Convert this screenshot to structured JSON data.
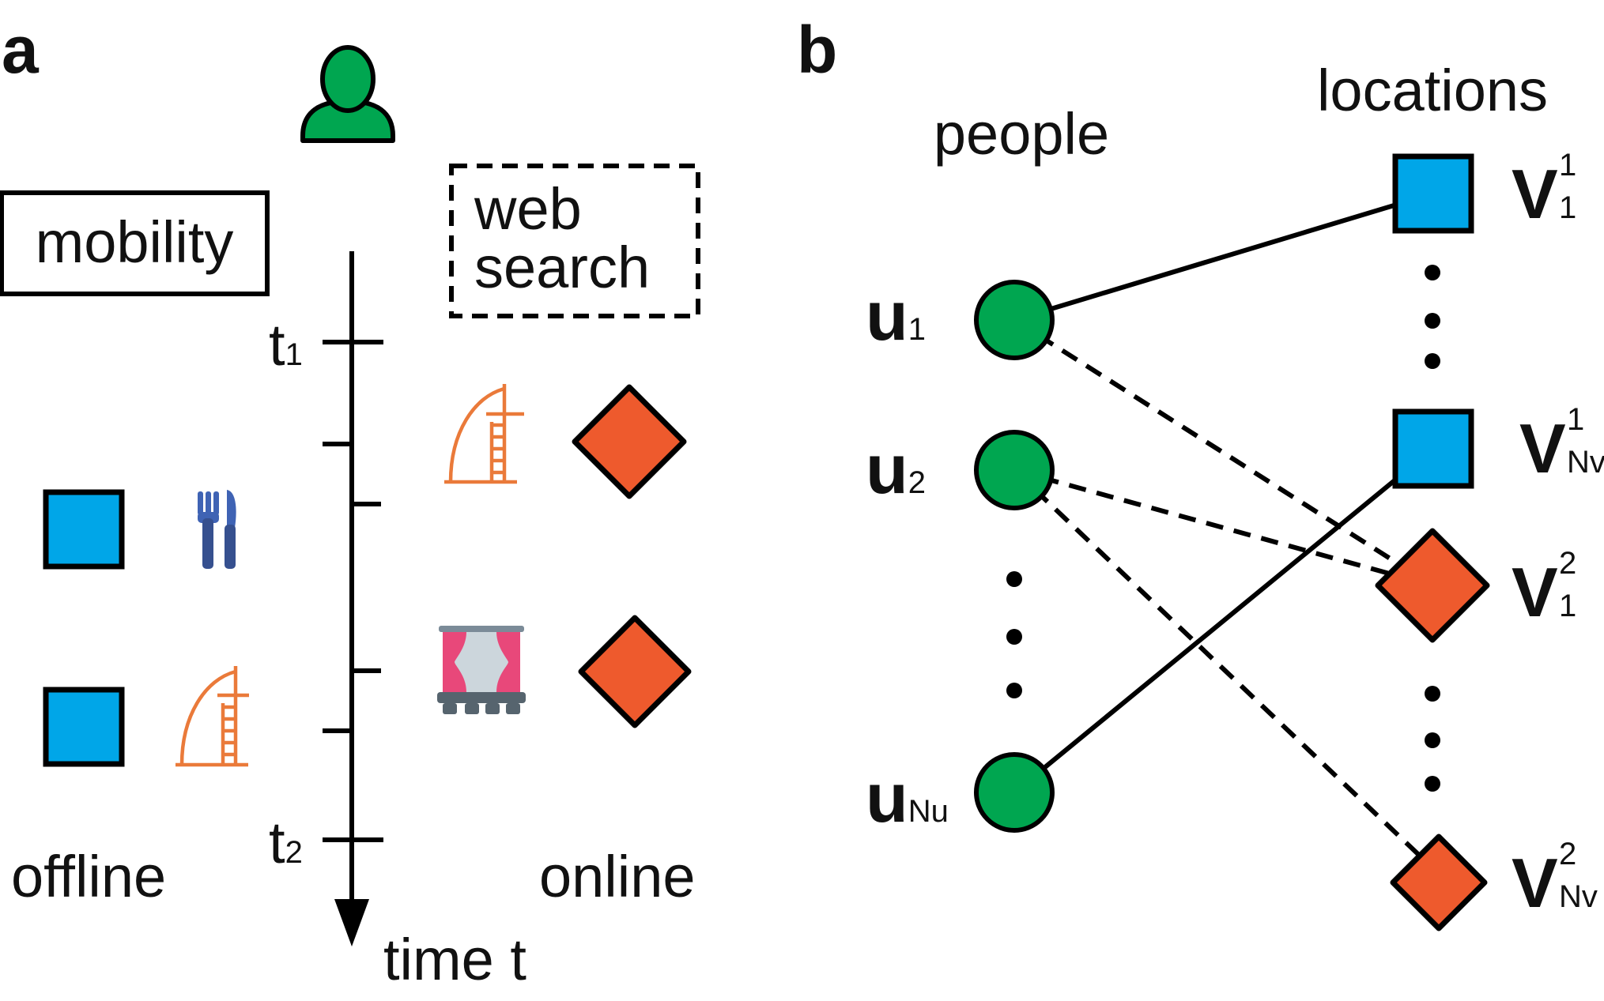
{
  "panel_a": {
    "letter": "a",
    "mobility_label": "mobility",
    "web_search_line1": "web",
    "web_search_line2": "search",
    "offline_label": "offline",
    "online_label": "online",
    "time_label": "time t",
    "t1_main": "t",
    "t1_sub": "1",
    "t2_main": "t",
    "t2_sub": "2",
    "icons": [
      "person-icon",
      "restaurant-icon",
      "burj-al-arab-icon",
      "theater-icon"
    ],
    "colors": {
      "square": "#00a6e8",
      "diamond": "#ee5a2d",
      "person": "#00a650",
      "landmark": "#ea7a3a",
      "curtain": "#e8487a"
    }
  },
  "panel_b": {
    "letter": "b",
    "people_label": "people",
    "locations_label": "locations",
    "u1_main": "u",
    "u1_sub": "1",
    "u2_main": "u",
    "u2_sub": "2",
    "uN_main": "u",
    "uN_sub": "Nu",
    "v1_main": "V",
    "v1_sup": "1",
    "v1_sub": "1",
    "v2_main": "V",
    "v2_sup": "1",
    "v2_sub": "Nv",
    "v3_main": "V",
    "v3_sup": "2",
    "v3_sub": "1",
    "v4_main": "V",
    "v4_sup": "2",
    "v4_sub": "Nv",
    "colors": {
      "person_node": "#00a650",
      "square_node": "#00a6e8",
      "diamond_node": "#ee5a2d"
    }
  }
}
